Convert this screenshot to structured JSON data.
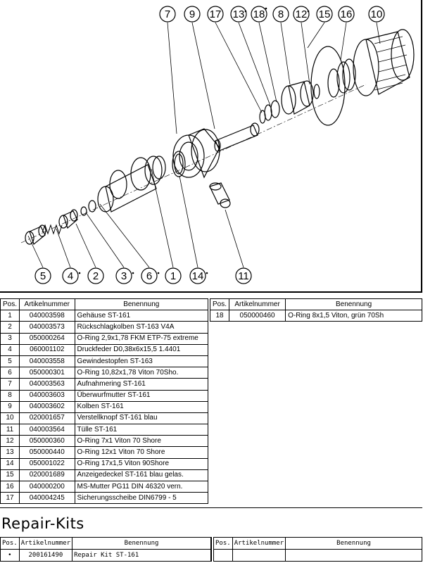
{
  "callouts": [
    "7",
    "9",
    "17",
    "13",
    "18",
    "8",
    "12",
    "15",
    "16",
    "10",
    "5",
    "4",
    "2",
    "3",
    "6",
    "1",
    "14",
    "11"
  ],
  "table_headers": {
    "pos": "Pos.",
    "artikelnummer": "Artikelnummer",
    "benennung": "Benennung"
  },
  "parts_left": [
    {
      "pos": "1",
      "art": "040003598",
      "ben": "Gehäuse ST-161"
    },
    {
      "pos": "2",
      "art": "040003573",
      "ben": "Rückschlagkolben ST-163 V4A"
    },
    {
      "pos": "3",
      "art": "050000264",
      "ben": "O-Ring  2,9x1,78 FKM ETP-75 extreme"
    },
    {
      "pos": "4",
      "art": "060001102",
      "ben": "Druckfeder D0,38x6x15,5 1.4401"
    },
    {
      "pos": "5",
      "art": "040003558",
      "ben": "Gewindestopfen ST-163"
    },
    {
      "pos": "6",
      "art": "050000301",
      "ben": "O-Ring 10,82x1,78 Viton 70Sho."
    },
    {
      "pos": "7",
      "art": "040003563",
      "ben": "Aufnahmering ST-161"
    },
    {
      "pos": "8",
      "art": "040003603",
      "ben": "Überwurfmutter ST-161"
    },
    {
      "pos": "9",
      "art": "040003602",
      "ben": "Kolben ST-161"
    },
    {
      "pos": "10",
      "art": "020001657",
      "ben": "Verstellknopf ST-161 blau"
    },
    {
      "pos": "11",
      "art": "040003564",
      "ben": "Tülle ST-161"
    },
    {
      "pos": "12",
      "art": "050000360",
      "ben": "O-Ring  7x1 Viton 70 Shore"
    },
    {
      "pos": "13",
      "art": "050000440",
      "ben": "O-Ring 12x1 Viton 70 Shore"
    },
    {
      "pos": "14",
      "art": "050001022",
      "ben": "O-Ring 17x1,5 Viton 90Shore"
    },
    {
      "pos": "15",
      "art": "020001689",
      "ben": "Anzeigedeckel ST-161 blau gelas."
    },
    {
      "pos": "16",
      "art": "040000200",
      "ben": "MS-Mutter PG11 DIN 46320 vern."
    },
    {
      "pos": "17",
      "art": "040004245",
      "ben": "Sicherungsscheibe DIN6799 - 5"
    }
  ],
  "parts_right": [
    {
      "pos": "18",
      "art": "050000460",
      "ben": "O-Ring  8x1,5 Viton, grün 70Sh"
    }
  ],
  "repair_title": "Repair-Kits",
  "kits_left": [
    {
      "pos": "•",
      "art": "200161490",
      "ben": "Repair Kit ST-161"
    }
  ]
}
